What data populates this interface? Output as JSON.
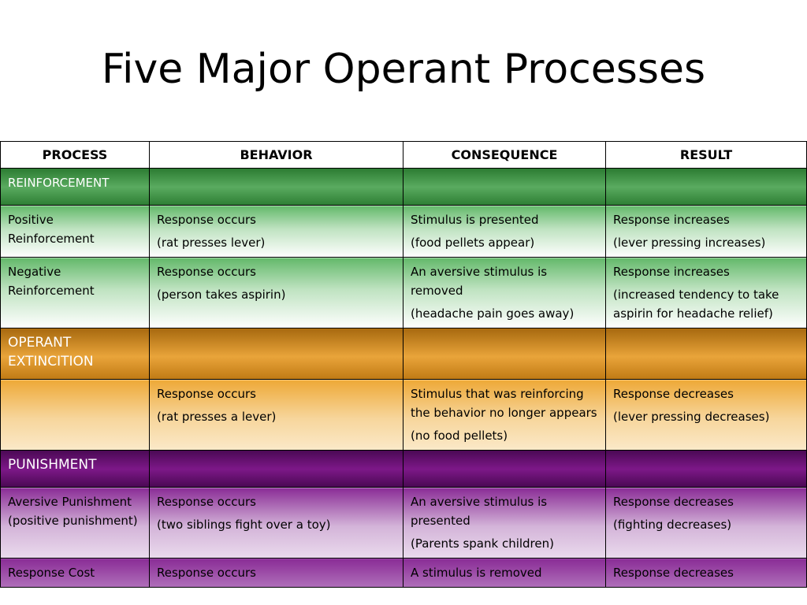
{
  "title": "Five Major Operant Processes",
  "headers": [
    "PROCESS",
    "BEHAVIOR",
    "CONSEQUENCE",
    "RESULT"
  ],
  "sections": {
    "reinforcement": {
      "label": "REINFORCEMENT",
      "rows": [
        {
          "process": [
            "Positive",
            "Reinforcement"
          ],
          "behavior": [
            "Response occurs",
            "(rat presses lever)"
          ],
          "consequence": [
            "Stimulus is presented",
            "(food pellets appear)"
          ],
          "result": [
            "Response increases",
            "(lever pressing increases)"
          ]
        },
        {
          "process": [
            "Negative",
            "Reinforcement"
          ],
          "behavior": [
            "Response occurs",
            "(person takes aspirin)"
          ],
          "consequence": [
            "An aversive stimulus is removed",
            "(headache pain goes away)"
          ],
          "result": [
            "Response increases",
            "(increased tendency to take aspirin for headache relief)"
          ]
        }
      ]
    },
    "extinction": {
      "label": "OPERANT EXTINCITION",
      "rows": [
        {
          "process": [],
          "behavior": [
            "Response occurs",
            "(rat presses a lever)"
          ],
          "consequence": [
            "Stimulus that was reinforcing the behavior no longer appears",
            "(no food pellets)"
          ],
          "result": [
            "Response decreases",
            "(lever pressing decreases)"
          ]
        }
      ]
    },
    "punishment": {
      "label": "PUNISHMENT",
      "rows": [
        {
          "process": [
            "Aversive Punishment (positive punishment)"
          ],
          "behavior": [
            "Response occurs",
            "(two siblings fight over a toy)"
          ],
          "consequence": [
            "An aversive stimulus is presented",
            "(Parents spank children)"
          ],
          "result": [
            "Response decreases",
            "(fighting decreases)"
          ]
        },
        {
          "process": [
            "Response Cost"
          ],
          "behavior": [
            "Response occurs"
          ],
          "consequence": [
            "A stimulus is removed"
          ],
          "result": [
            "Response decreases"
          ]
        }
      ]
    }
  }
}
